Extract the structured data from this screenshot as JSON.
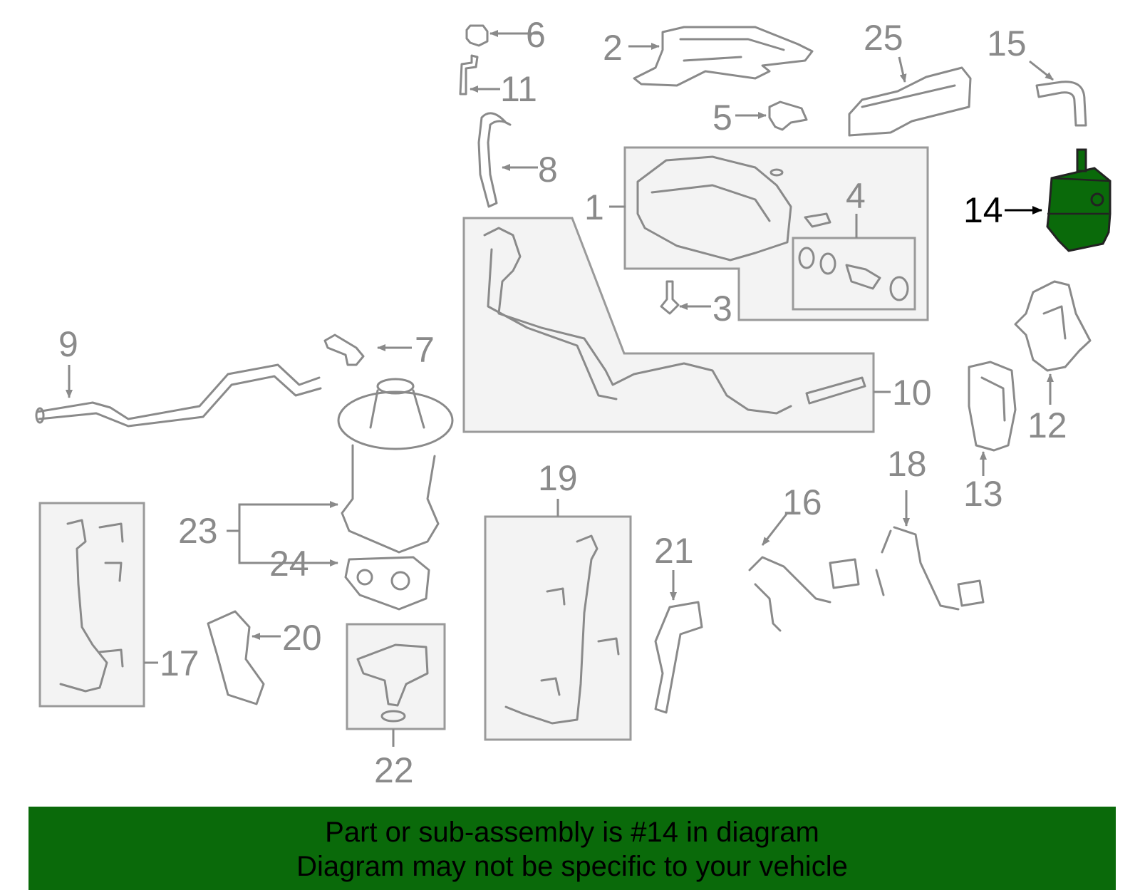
{
  "diagram": {
    "highlight_color": "#0a6a0a",
    "callouts": [
      "1",
      "2",
      "3",
      "4",
      "5",
      "6",
      "7",
      "8",
      "9",
      "10",
      "11",
      "12",
      "13",
      "14",
      "15",
      "16",
      "17",
      "18",
      "19",
      "20",
      "21",
      "22",
      "23",
      "24",
      "25"
    ]
  },
  "banner": {
    "line1": "Part or sub-assembly is #14 in diagram",
    "line2": "Diagram may not be specific to your vehicle",
    "background": "#0a6a0a"
  }
}
